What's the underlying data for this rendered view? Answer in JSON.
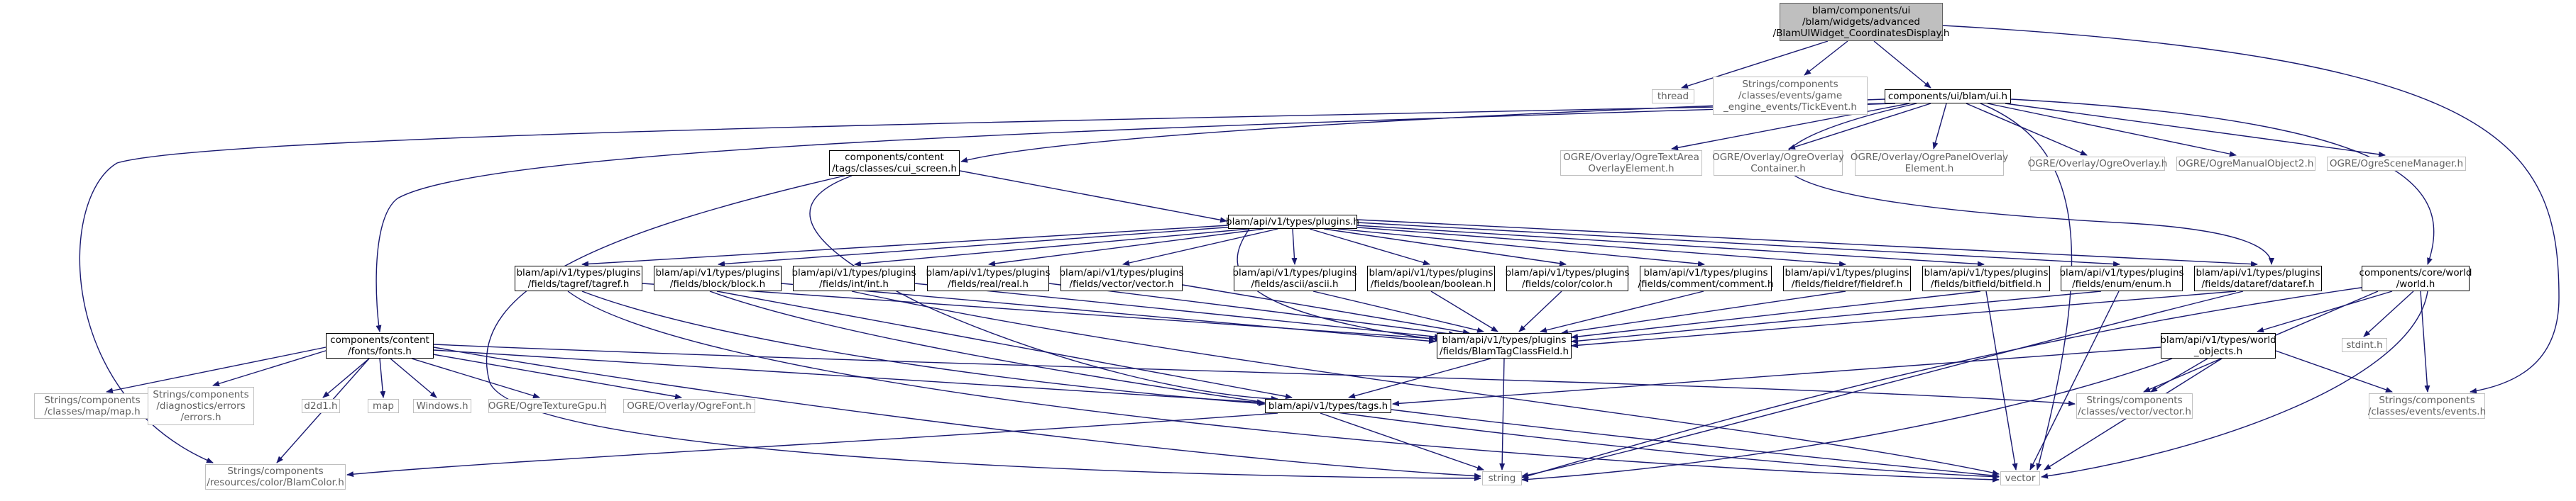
{
  "colors": {
    "edge": "#191970",
    "node_border": "#000000",
    "external_border": "#bfbfbf",
    "root_fill": "#bfbfbf"
  },
  "nodes": {
    "root": "blam/components/ui\n/blam/widgets/advanced\n/BlamUIWidget_CoordinatesDisplay.h",
    "thread": "thread",
    "tick_event": "Strings/components\n/classes/events/game\n_engine_events/TickEvent.h",
    "ui_h": "components/ui/blam/ui.h",
    "cui_screen": "components/content\n/tags/classes/cui_screen.h",
    "ogre_textarea": "OGRE/Overlay/OgreTextArea\nOverlayElement.h",
    "ogre_container": "OGRE/Overlay/OgreOverlay\nContainer.h",
    "ogre_panel": "OGRE/Overlay/OgrePanelOverlay\nElement.h",
    "ogre_overlay": "OGRE/Overlay/OgreOverlay.h",
    "ogre_manual": "OGRE/OgreManualObject2.h",
    "ogre_scene": "OGRE/OgreSceneManager.h",
    "plugins": "blam/api/v1/types/plugins.h",
    "tagref": "blam/api/v1/types/plugins\n/fields/tagref/tagref.h",
    "block": "blam/api/v1/types/plugins\n/fields/block/block.h",
    "int": "blam/api/v1/types/plugins\n/fields/int/int.h",
    "real": "blam/api/v1/types/plugins\n/fields/real/real.h",
    "vectorfield": "blam/api/v1/types/plugins\n/fields/vector/vector.h",
    "ascii": "blam/api/v1/types/plugins\n/fields/ascii/ascii.h",
    "boolean": "blam/api/v1/types/plugins\n/fields/boolean/boolean.h",
    "color": "blam/api/v1/types/plugins\n/fields/color/color.h",
    "comment": "blam/api/v1/types/plugins\n/fields/comment/comment.h",
    "fieldref": "blam/api/v1/types/plugins\n/fields/fieldref/fieldref.h",
    "bitfield": "blam/api/v1/types/plugins\n/fields/bitfield/bitfield.h",
    "enum": "blam/api/v1/types/plugins\n/fields/enum/enum.h",
    "dataref": "blam/api/v1/types/plugins\n/fields/dataref/dataref.h",
    "world_h": "components/core/world\n/world.h",
    "fonts": "components/content\n/fonts/fonts.h",
    "blamtagclassfield": "blam/api/v1/types/plugins\n/fields/BlamTagClassField.h",
    "world_objects": "blam/api/v1/types/world\n_objects.h",
    "stdint": "stdint.h",
    "map_h": "Strings/components\n/classes/map/map.h",
    "errors": "Strings/components\n/diagnostics/errors\n/errors.h",
    "d2d1": "d2d1.h",
    "map": "map",
    "windows": "Windows.h",
    "texturegpu": "OGRE/OgreTextureGpu.h",
    "ogrefont": "OGRE/Overlay/OgreFont.h",
    "tags": "blam/api/v1/types/tags.h",
    "vector_h": "Strings/components\n/classes/vector/vector.h",
    "events_h": "Strings/components\n/classes/events/events.h",
    "blamcolor": "Strings/components\n/resources/color/BlamColor.h",
    "string": "string",
    "vector": "vector"
  }
}
